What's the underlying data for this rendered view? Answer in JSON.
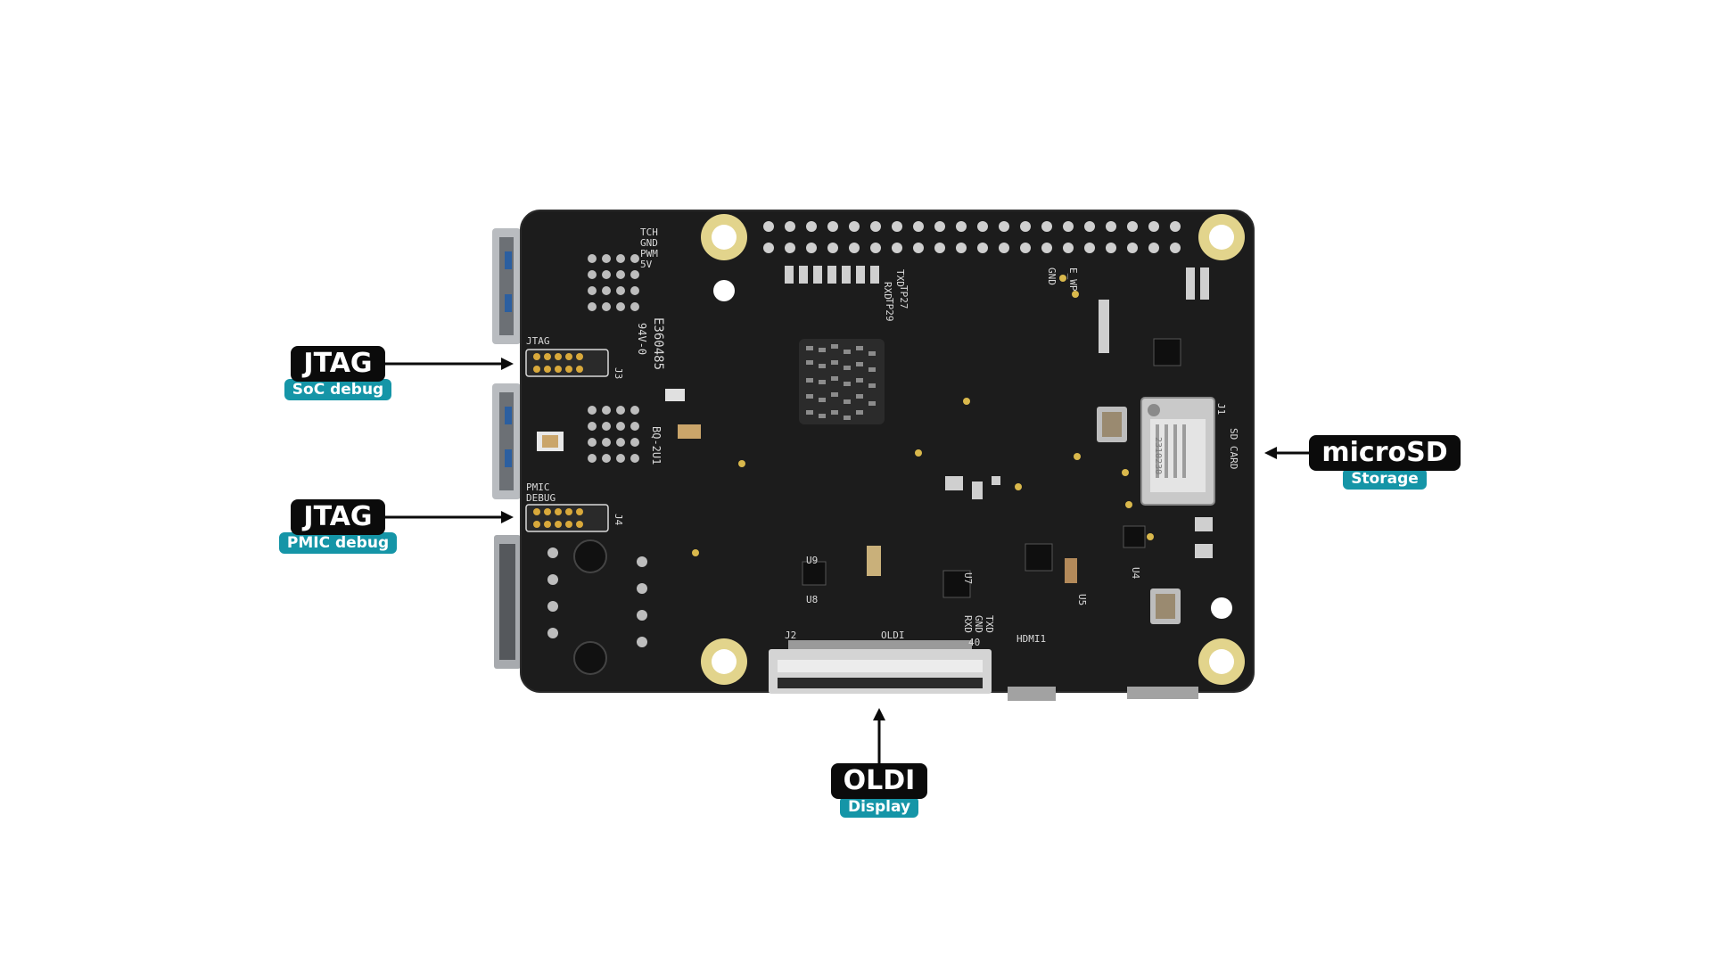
{
  "colors": {
    "pcb": "#1c1c1c",
    "pcb_edge": "#2a2a2a",
    "gold_pad": "#e2d48c",
    "label_black": "#0b0b0b",
    "label_teal": "#1595a7",
    "silkscreen": "#d9d9d9"
  },
  "callouts": {
    "jtag_soc": {
      "title": "JTAG",
      "subtitle": "SoC debug",
      "icon": "arrow-right-icon"
    },
    "jtag_pmic": {
      "title": "JTAG",
      "subtitle": "PMIC debug",
      "icon": "arrow-right-icon"
    },
    "microsd": {
      "title": "microSD",
      "subtitle": "Storage",
      "icon": "arrow-left-icon"
    },
    "oldi": {
      "title": "OLDI",
      "subtitle": "Display",
      "icon": "arrow-up-icon"
    }
  },
  "silkscreen": {
    "tch": "TCH",
    "gnd": "GND",
    "pwm": "PWM",
    "v5": "5V",
    "jtag": "JTAG",
    "j3": "J3",
    "pmic": "PMIC",
    "debug": "DEBUG",
    "j4": "J4",
    "e_number": "E360485",
    "rating": "94V-0",
    "rev": "BQ-2U1",
    "tp27": "TP27",
    "tp29": "TP29",
    "txd": "TXD",
    "rxd": "RXD",
    "gnd2": "GND",
    "e_wp": "E_WP",
    "j1": "J1",
    "sd_card": "SD CARD",
    "sd_code": "2310230",
    "j2": "J2",
    "oldi": "OLDI",
    "u8": "U8",
    "u9": "U9",
    "u7": "U7",
    "u5": "U5",
    "u4": "U4",
    "txd2": "TXD",
    "gnd3": "GND",
    "rxd2": "RXD",
    "pin40": "40",
    "hdmi1": "HDMI1"
  }
}
